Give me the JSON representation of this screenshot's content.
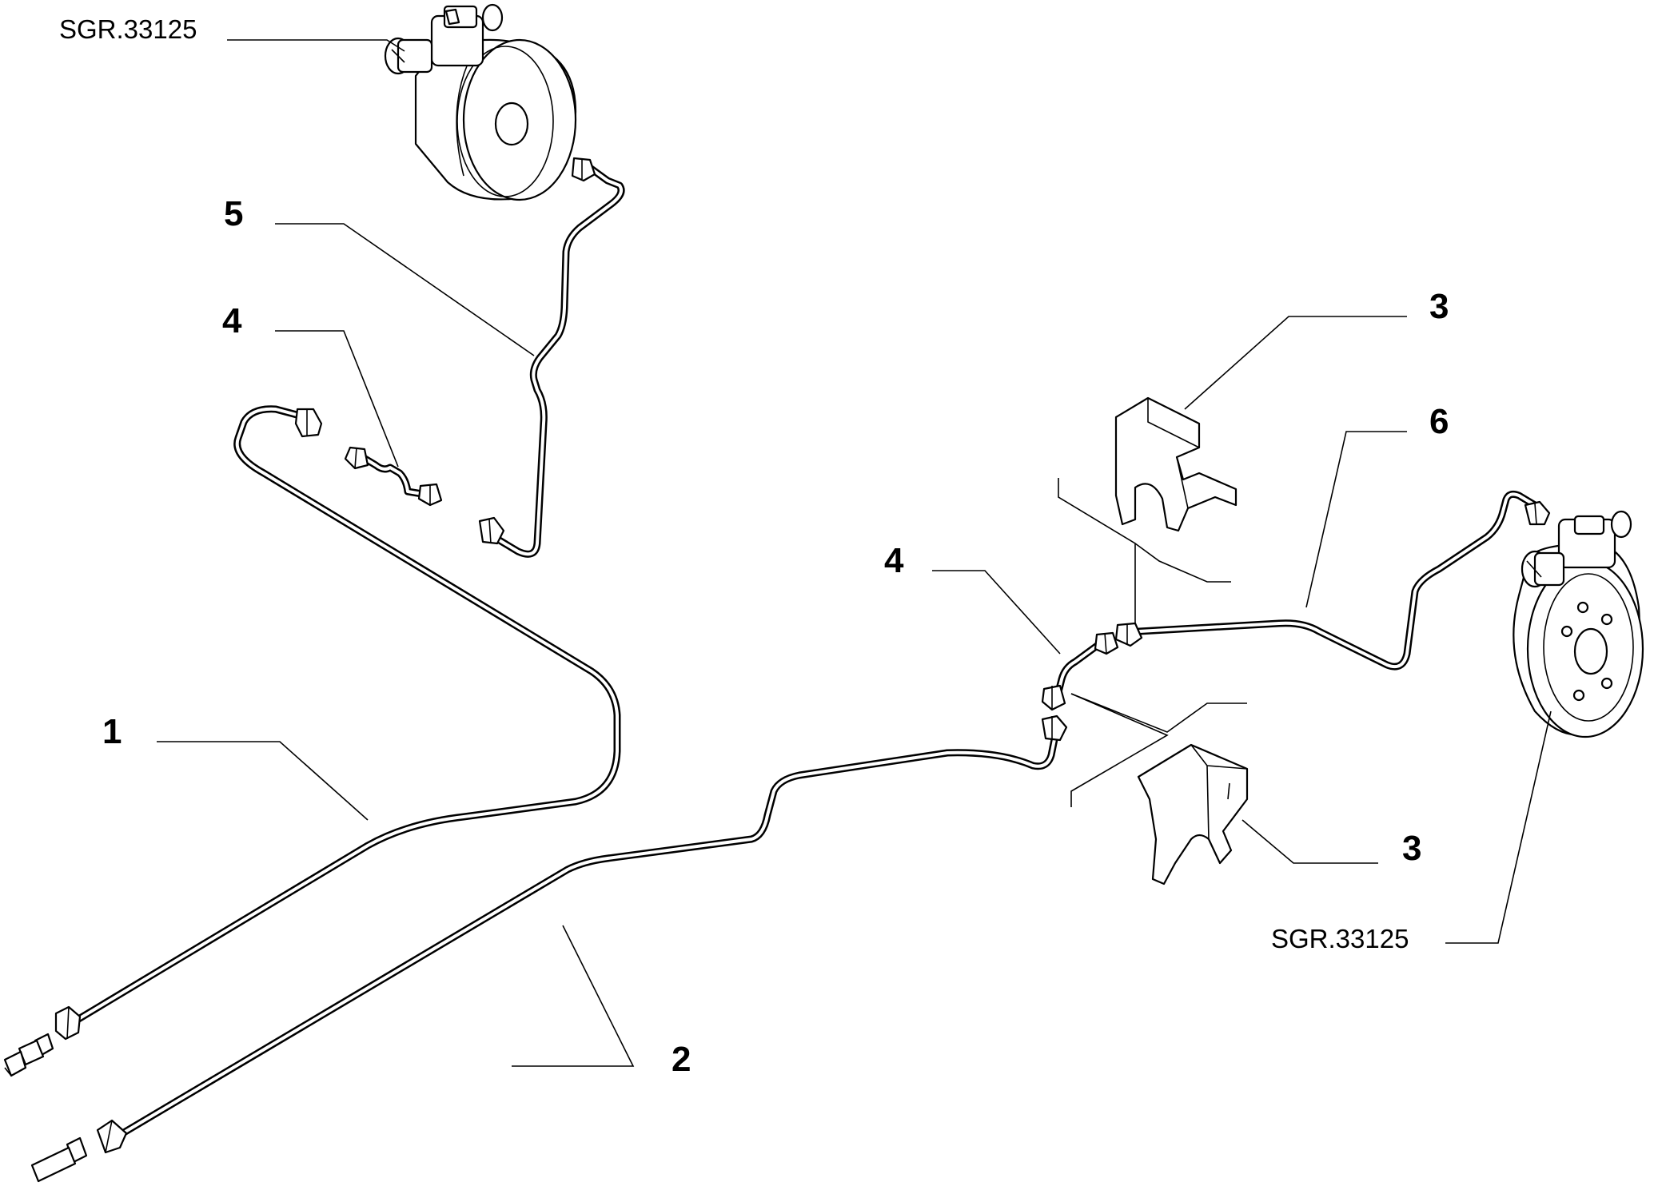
{
  "callouts": {
    "ref_top": "SGR.33125",
    "ref_bottom": "SGR.33125",
    "n1": "1",
    "n2": "2",
    "n3_top": "3",
    "n3_bottom": "3",
    "n4_left": "4",
    "n4_right": "4",
    "n5": "5",
    "n6": "6"
  }
}
